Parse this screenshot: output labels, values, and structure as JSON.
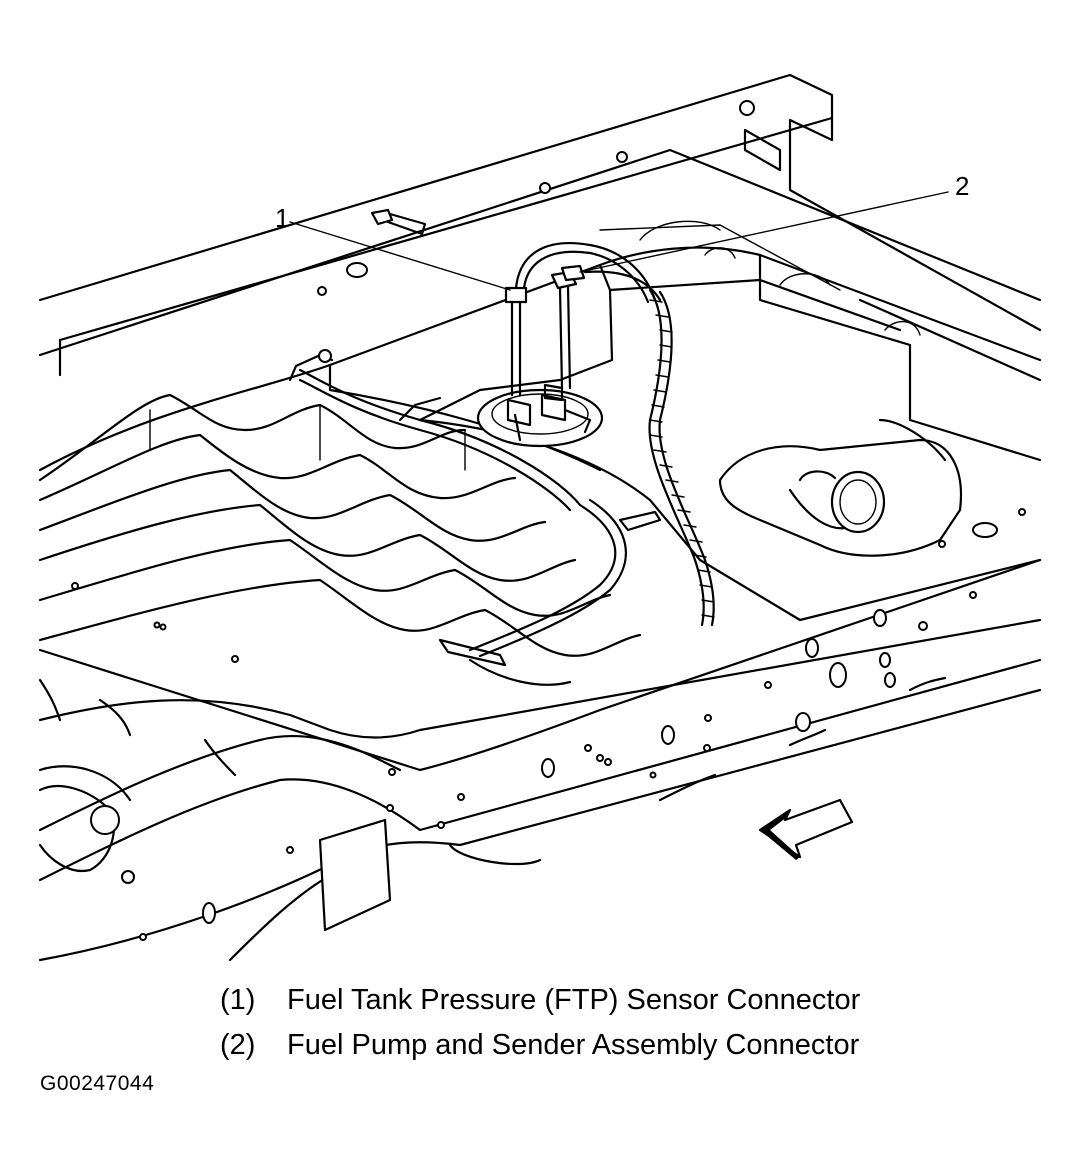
{
  "callouts": [
    {
      "number": "1",
      "target": "ftp-sensor-connector"
    },
    {
      "number": "2",
      "target": "fuel-pump-sender-connector"
    }
  ],
  "legend": [
    {
      "number": "(1)",
      "text": "Fuel Tank Pressure (FTP) Sensor Connector"
    },
    {
      "number": "(2)",
      "text": "Fuel Pump and Sender Assembly Connector"
    }
  ],
  "figure_id": "G00247044",
  "colors": {
    "line": "#000000",
    "background": "#ffffff"
  },
  "icons": [
    "direction-arrow-icon"
  ]
}
